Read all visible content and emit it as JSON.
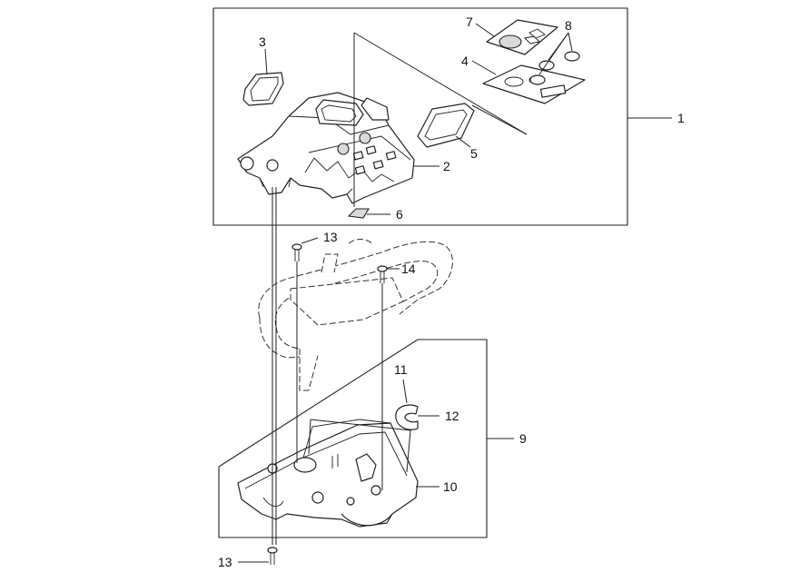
{
  "callouts": {
    "c1": "1",
    "c2": "2",
    "c3": "3",
    "c4": "4",
    "c5": "5",
    "c6": "6",
    "c7": "7",
    "c8": "8",
    "c9": "9",
    "c10": "10",
    "c11": "11",
    "c12": "12",
    "c13_top": "13",
    "c13_bottom": "13",
    "c14": "14"
  }
}
